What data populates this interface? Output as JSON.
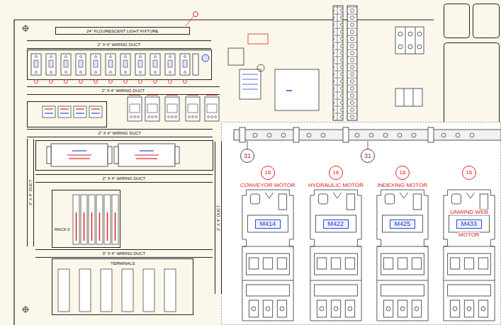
{
  "diagram": {
    "nodes": [
      {
        "text": [
          "24\" FLOURESCENT LIGHT FIXTURE"
        ]
      },
      {
        "text": [
          "2\" X 4\" WIRING DUCT"
        ]
      },
      {
        "text": [
          "2\" X 4\" WIRING DUCT"
        ]
      },
      {
        "text": [
          "2\" X 4\" WIRING DUCT"
        ]
      },
      {
        "text": [
          "2\" X 4\" WIRING DUCT"
        ]
      },
      {
        "text": [
          "3\" X 4\" DUCT"
        ]
      },
      {
        "text": [
          "3\" X 4\" DUCT"
        ]
      },
      {
        "text": [
          "RACK 0"
        ]
      },
      {
        "text": [
          "3\" X 4\" WIRING DUCT"
        ]
      },
      {
        "text": [
          "TERMINALS"
        ]
      },
      {
        "text": [
          "CONVEYOR MOTOR",
          "M414"
        ]
      },
      {
        "text": [
          "HYDRAULIC MOTOR",
          "M422"
        ]
      },
      {
        "text": [
          "INDEXING MOTOR",
          "M425"
        ]
      },
      {
        "text": [
          "UNWIND WEB",
          "M433",
          "MOTOR"
        ]
      }
    ],
    "labels": [
      "31",
      "31",
      "16",
      "16",
      "16",
      "16"
    ]
  }
}
